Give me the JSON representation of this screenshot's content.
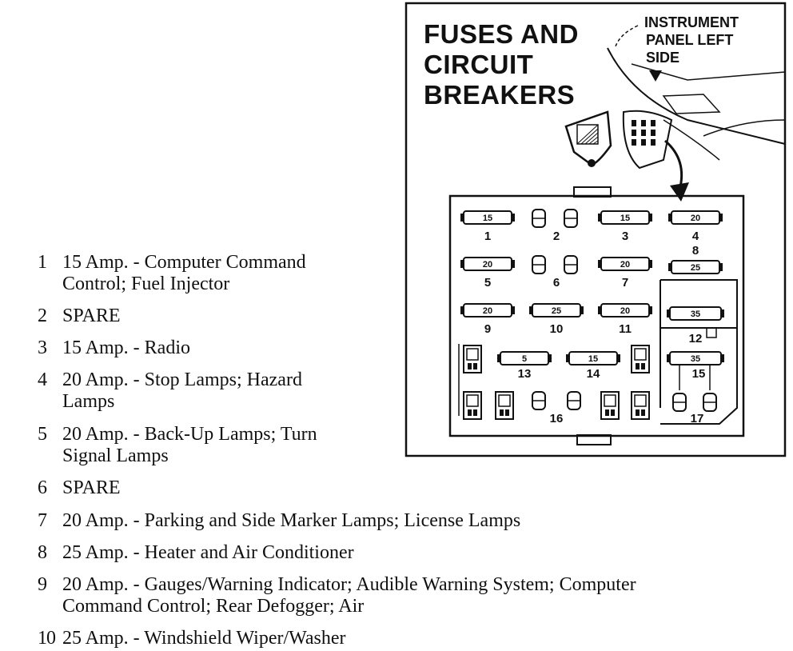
{
  "diagram": {
    "title_lines": [
      "FUSES AND",
      "CIRCUIT",
      "BREAKERS"
    ],
    "location_lines": [
      "INSTRUMENT",
      "PANEL LEFT",
      "SIDE"
    ],
    "fuses": [
      {
        "pos": "1",
        "rating": "15"
      },
      {
        "pos": "2",
        "rating": ""
      },
      {
        "pos": "3",
        "rating": "15"
      },
      {
        "pos": "4",
        "rating": "20"
      },
      {
        "pos": "5",
        "rating": "20"
      },
      {
        "pos": "6",
        "rating": ""
      },
      {
        "pos": "7",
        "rating": "20"
      },
      {
        "pos": "8",
        "rating": "25"
      },
      {
        "pos": "9",
        "rating": "20"
      },
      {
        "pos": "10",
        "rating": "25"
      },
      {
        "pos": "11",
        "rating": "20"
      },
      {
        "pos": "12",
        "rating": "35"
      },
      {
        "pos": "13",
        "rating": "5"
      },
      {
        "pos": "14",
        "rating": "15"
      },
      {
        "pos": "15",
        "rating": "35"
      },
      {
        "pos": "16",
        "rating": ""
      },
      {
        "pos": "17",
        "rating": ""
      }
    ]
  },
  "legend": [
    {
      "num": "1",
      "lines": [
        "15 Amp. - Computer Command",
        "Control; Fuel Injector"
      ]
    },
    {
      "num": "2",
      "lines": [
        "SPARE"
      ]
    },
    {
      "num": "3",
      "lines": [
        "15 Amp. - Radio"
      ]
    },
    {
      "num": "4",
      "lines": [
        "20 Amp. - Stop Lamps; Hazard",
        "Lamps"
      ]
    },
    {
      "num": "5",
      "lines": [
        "20 Amp. - Back-Up Lamps; Turn",
        "Signal Lamps"
      ]
    },
    {
      "num": "6",
      "lines": [
        "SPARE"
      ]
    },
    {
      "num": "7",
      "lines": [
        "20 Amp. - Parking and Side Marker Lamps; License Lamps"
      ]
    },
    {
      "num": "8",
      "lines": [
        "25 Amp. - Heater and Air Conditioner"
      ]
    },
    {
      "num": "9",
      "lines": [
        "20 Amp. - Gauges/Warning Indicator; Audible Warning System; Computer",
        "Command Control; Rear Defogger; Air"
      ]
    },
    {
      "num": "10",
      "lines": [
        "25 Amp. - Windshield Wiper/Washer"
      ]
    }
  ]
}
